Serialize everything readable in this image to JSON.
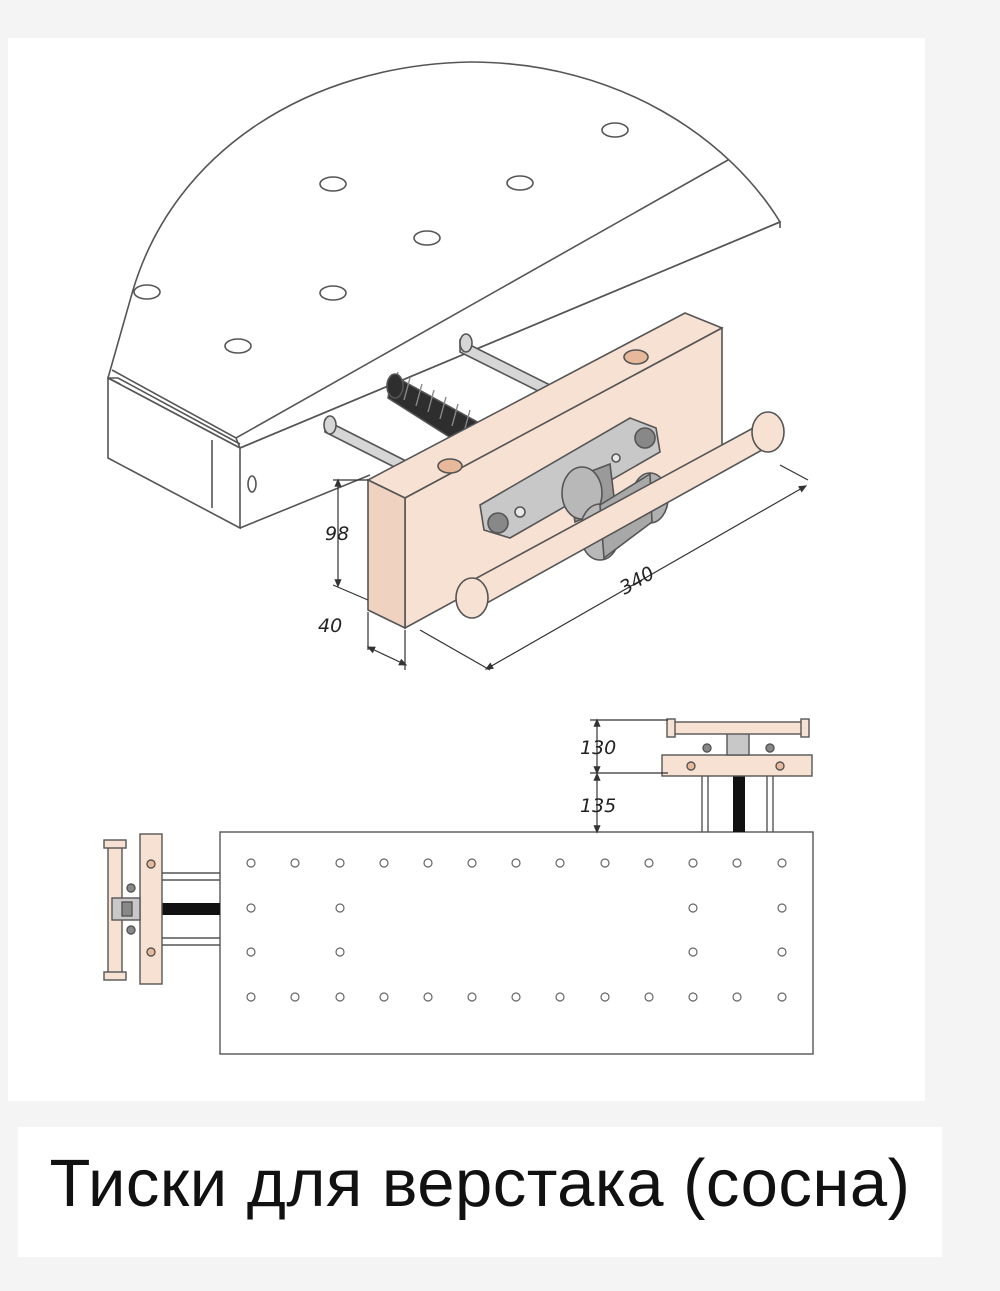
{
  "caption": "Тиски для верстака (сосна)",
  "dimensions": {
    "height": "98",
    "thickness": "40",
    "length": "340",
    "handle_offset": "130",
    "jaw_offset": "135"
  },
  "colors": {
    "wood": "#f7e1d3",
    "wood_edge": "#555555",
    "bench_outline": "#555555",
    "dog_hole_fill": "#e8b89a",
    "screw": "#3a3a3a",
    "metal": "#bfbfbf"
  }
}
